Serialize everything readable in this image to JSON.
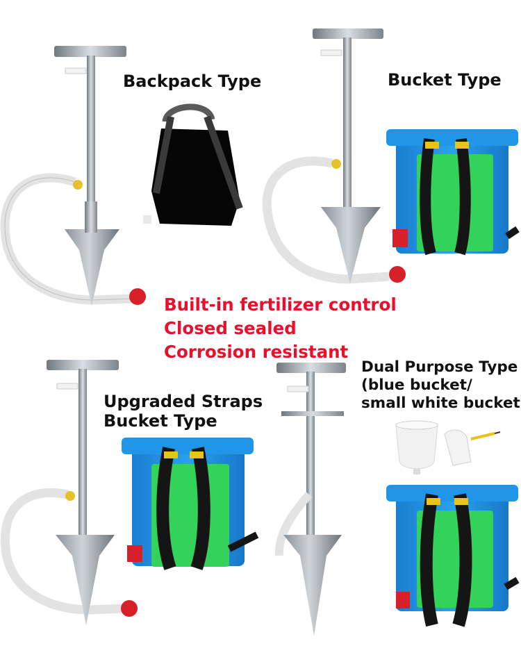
{
  "labels": {
    "backpack": "Backpack Type",
    "bucket": "Bucket Type",
    "upgraded_line1": "Upgraded Straps",
    "upgraded_line2": "Bucket Type",
    "dual_line1": "Dual Purpose Type",
    "dual_line2": "(blue bucket/",
    "dual_line3": "small white bucket)"
  },
  "features": [
    "Built-in fertilizer control",
    "Closed sealed",
    "Corrosion resistant"
  ],
  "colors": {
    "feature_text": "#e8112d",
    "bucket_blue": "#1f8fe0",
    "bucket_green": "#33d25a",
    "strap_black": "#151515",
    "steel": "#9aa3ab",
    "hose": "#e6e6e6",
    "valve_red": "#d8202a"
  }
}
